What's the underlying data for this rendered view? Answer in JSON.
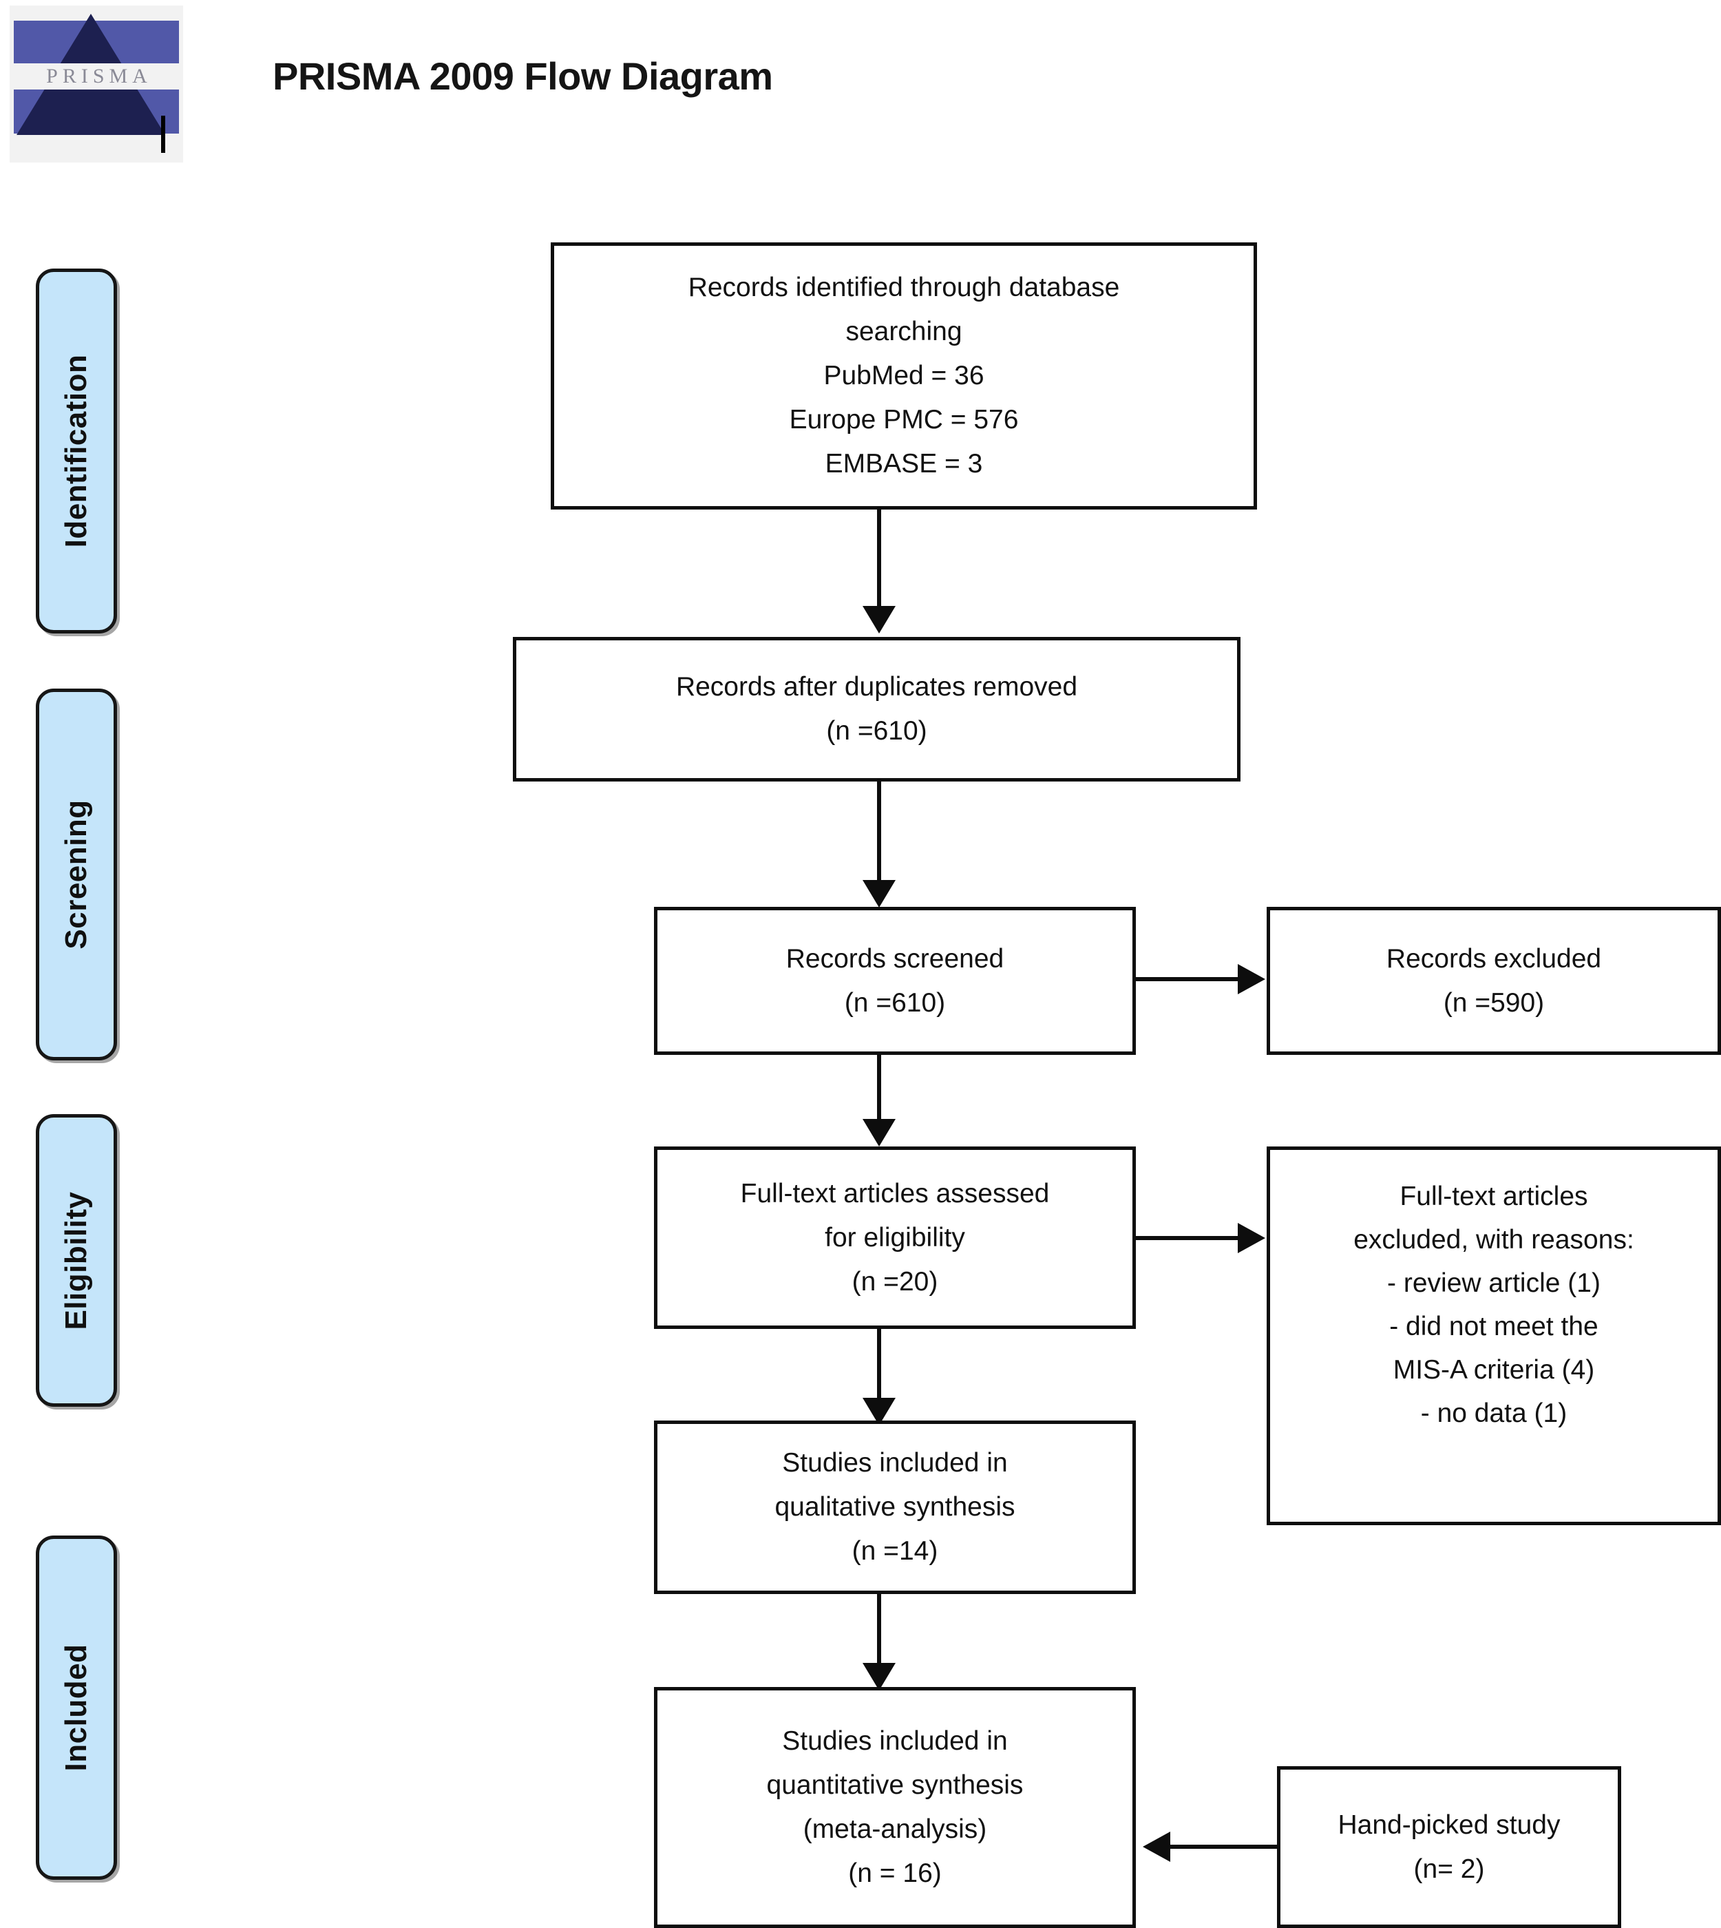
{
  "header": {
    "title": "PRISMA 2009 Flow Diagram",
    "logo_text": "PRISMA"
  },
  "stages": [
    {
      "id": "identification",
      "label": "Identification"
    },
    {
      "id": "screening",
      "label": "Screening"
    },
    {
      "id": "eligibility",
      "label": "Eligibility"
    },
    {
      "id": "included",
      "label": "Included"
    }
  ],
  "boxes": {
    "identified": {
      "lines": [
        "Records identified through database",
        "searching",
        "PubMed = 36",
        "Europe PMC = 576",
        "EMBASE = 3"
      ]
    },
    "duplicates": {
      "lines": [
        "Records after duplicates removed",
        "(n =610)"
      ]
    },
    "screened": {
      "lines": [
        "Records screened",
        "(n =610)"
      ]
    },
    "excluded": {
      "lines": [
        "Records excluded",
        "(n =590)"
      ]
    },
    "fulltext": {
      "lines": [
        "Full-text articles assessed",
        "for eligibility",
        "(n =20)"
      ]
    },
    "reasons": {
      "lines": [
        "Full-text articles",
        "excluded, with reasons:",
        "- review article (1)",
        "- did not meet the",
        "MIS-A criteria (4)",
        "- no data (1)"
      ]
    },
    "qualitative": {
      "lines": [
        "Studies included in",
        "qualitative synthesis",
        "(n =14)"
      ]
    },
    "quantitative": {
      "lines": [
        "Studies included in",
        "quantitative synthesis",
        "(meta-analysis)",
        "(n = 16)"
      ]
    },
    "handpicked": {
      "lines": [
        "Hand-picked study",
        "(n= 2)"
      ]
    }
  },
  "colors": {
    "stage_fill": "#c5e5fa",
    "stage_border": "#161616",
    "box_border": "#0d0d0d",
    "logo_blue": "#5158a8",
    "logo_navy": "#1d2050"
  }
}
